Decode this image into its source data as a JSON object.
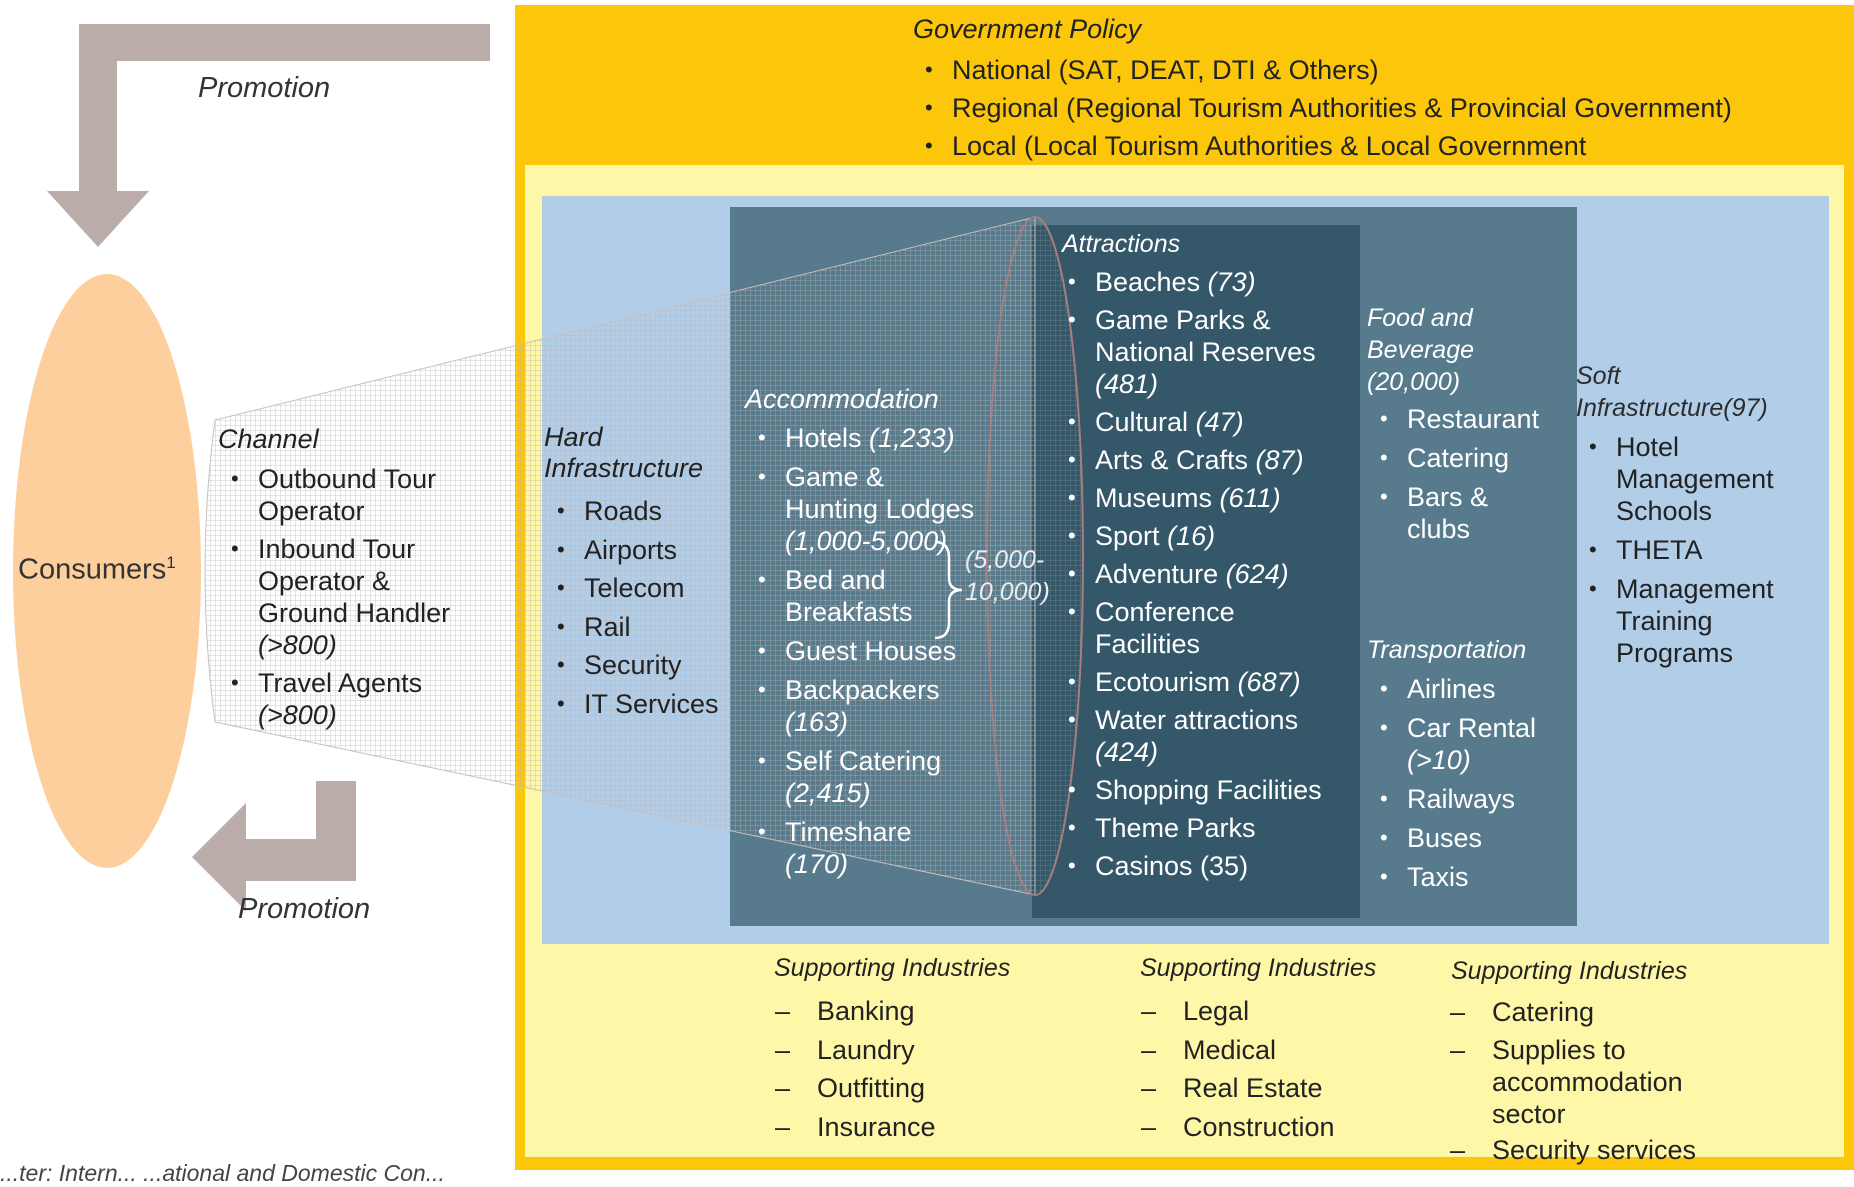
{
  "promotion_top": "Promotion",
  "promotion_bottom": "Promotion",
  "consumers": {
    "label": "Consumers",
    "sup": "1"
  },
  "channel": {
    "title": "Channel",
    "items": [
      {
        "text": "Outbound Tour Operator",
        "count": ""
      },
      {
        "text": "Inbound Tour Operator & Ground Handler",
        "count": "(>800)"
      },
      {
        "text": "Travel Agents",
        "count": "(>800)"
      }
    ]
  },
  "government": {
    "title": "Government Policy",
    "items": [
      "National (SAT, DEAT, DTI & Others)",
      "Regional (Regional Tourism Authorities & Provincial Government)",
      "Local (Local Tourism Authorities & Local Government"
    ]
  },
  "hard_infrastructure": {
    "title": "Hard Infrastructure",
    "items": [
      "Roads",
      "Airports",
      "Telecom",
      "Rail",
      "Security",
      "IT Services"
    ]
  },
  "accommodation": {
    "title": "Accommodation",
    "items": [
      {
        "text": "Hotels",
        "count": "(1,233)"
      },
      {
        "text": "Game & Hunting Lodges",
        "count": "(1,000-5,000)"
      },
      {
        "text": "Bed and Breakfasts",
        "count": ""
      },
      {
        "text": "Guest Houses",
        "count": ""
      },
      {
        "text": "Backpackers",
        "count": "(163)"
      },
      {
        "text": "Self Catering",
        "count": "(2,415)"
      },
      {
        "text": "Timeshare",
        "count": "(170)"
      }
    ],
    "bracket_count": "(5,000-10,000)"
  },
  "attractions": {
    "title": "Attractions",
    "items": [
      {
        "text": "Beaches",
        "count": "(73)"
      },
      {
        "text": "Game Parks & National Reserves",
        "count": "(481)"
      },
      {
        "text": "Cultural",
        "count": "(47)"
      },
      {
        "text": "Arts & Crafts",
        "count": "(87)"
      },
      {
        "text": "Museums",
        "count": "(611)"
      },
      {
        "text": "Sport",
        "count": "(16)"
      },
      {
        "text": "Adventure",
        "count": "(624)"
      },
      {
        "text": "Conference Facilities",
        "count": ""
      },
      {
        "text": "Ecotourism",
        "count": "(687)"
      },
      {
        "text": "Water attractions",
        "count": "(424)"
      },
      {
        "text": "Shopping Facilities",
        "count": ""
      },
      {
        "text": "Theme Parks",
        "count": ""
      },
      {
        "text": "Casinos (35)",
        "count": ""
      }
    ]
  },
  "food": {
    "title": "Food and Beverage (20,000)",
    "items": [
      "Restaurant",
      "Catering",
      "Bars & clubs"
    ]
  },
  "transportation": {
    "title": "Transportation",
    "items": [
      {
        "text": "Airlines",
        "count": ""
      },
      {
        "text": "Car Rental",
        "count": "(>10)"
      },
      {
        "text": "Railways",
        "count": ""
      },
      {
        "text": "Buses",
        "count": ""
      },
      {
        "text": "Taxis",
        "count": ""
      }
    ]
  },
  "soft_infrastructure": {
    "title": "Soft Infrastructure(97)",
    "items": [
      "Hotel Management Schools",
      "THETA",
      "Management Training Programs"
    ]
  },
  "supporting": [
    {
      "title": "Supporting Industries",
      "items": [
        "Banking",
        "Laundry",
        "Outfitting",
        "Insurance"
      ]
    },
    {
      "title": "Supporting Industries",
      "items": [
        "Legal",
        "Medical",
        "Real Estate",
        "Construction"
      ]
    },
    {
      "title": "Supporting Industries",
      "items": [
        "Catering",
        "Supplies to accommodation sector",
        "Security services"
      ]
    }
  ],
  "footnote": "...ter: Intern... ...ational and Domestic Con..."
}
